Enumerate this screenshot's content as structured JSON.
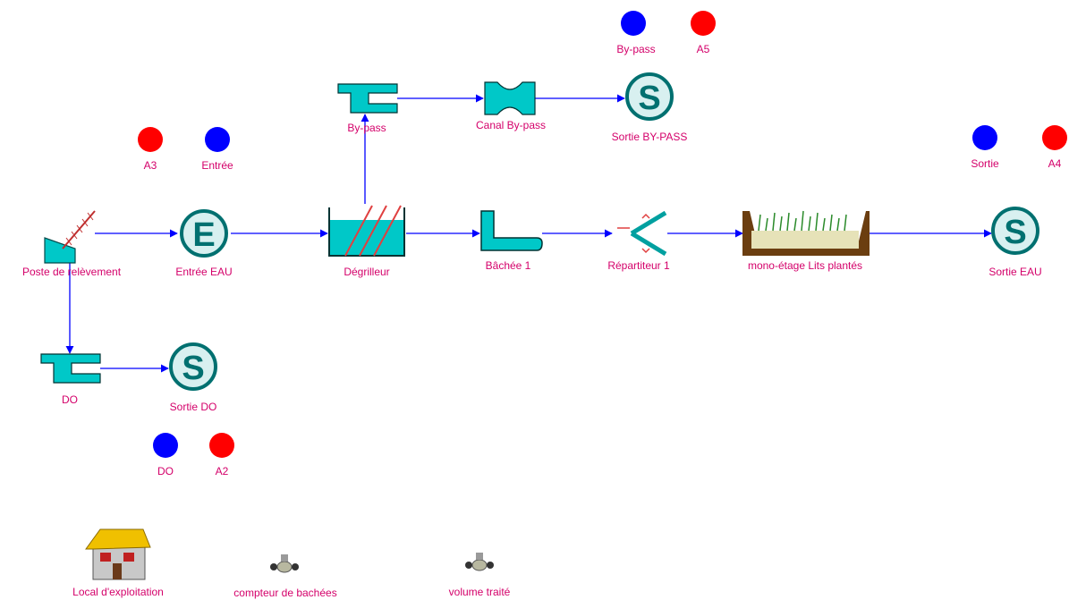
{
  "nodes": {
    "poste": "Poste de relèvement",
    "entree_eau": "Entrée EAU",
    "degrilleur": "Dégrilleur",
    "bachee": "Bâchée 1",
    "repartiteur": "Répartiteur 1",
    "lits": "mono-étage Lits plantés",
    "sortie_eau": "Sortie EAU",
    "bypass": "By-pass",
    "canal_bypass": "Canal By-pass",
    "sortie_bypass": "Sortie BY-PASS",
    "do": "DO",
    "sortie_do": "Sortie DO",
    "local": "Local d'exploitation",
    "compteur": "compteur de bachées",
    "volume": "volume traité"
  },
  "markers": {
    "a3": "A3",
    "entree": "Entrée",
    "bypass": "By-pass",
    "a5": "A5",
    "sortie": "Sortie",
    "a4": "A4",
    "do": "DO",
    "a2": "A2"
  },
  "colors": {
    "label": "#d4006a",
    "pipe": "#0000ff",
    "equipment": "#00c8c8",
    "sample_red": "#ff0000",
    "sample_blue": "#0000ff"
  }
}
